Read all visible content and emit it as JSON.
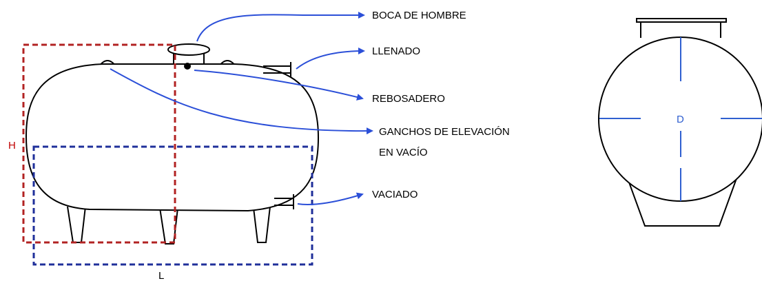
{
  "labels": {
    "manhole": "BOCA DE HOMBRE",
    "filling": "LLENADO",
    "overflow": "REBOSADERO",
    "lifting_hooks_line1": "GANCHOS DE ELEVACIÓN",
    "lifting_hooks_line2": "EN VACÍO",
    "draining": "VACIADO"
  },
  "dimensions": {
    "height": "H",
    "length": "L",
    "diameter": "D"
  },
  "colors": {
    "outline": "#000000",
    "arrow": "#2b4fd8",
    "height_box": "#b22222",
    "length_box": "#1f2f9a",
    "diameter_lines": "#2f5fd0"
  }
}
